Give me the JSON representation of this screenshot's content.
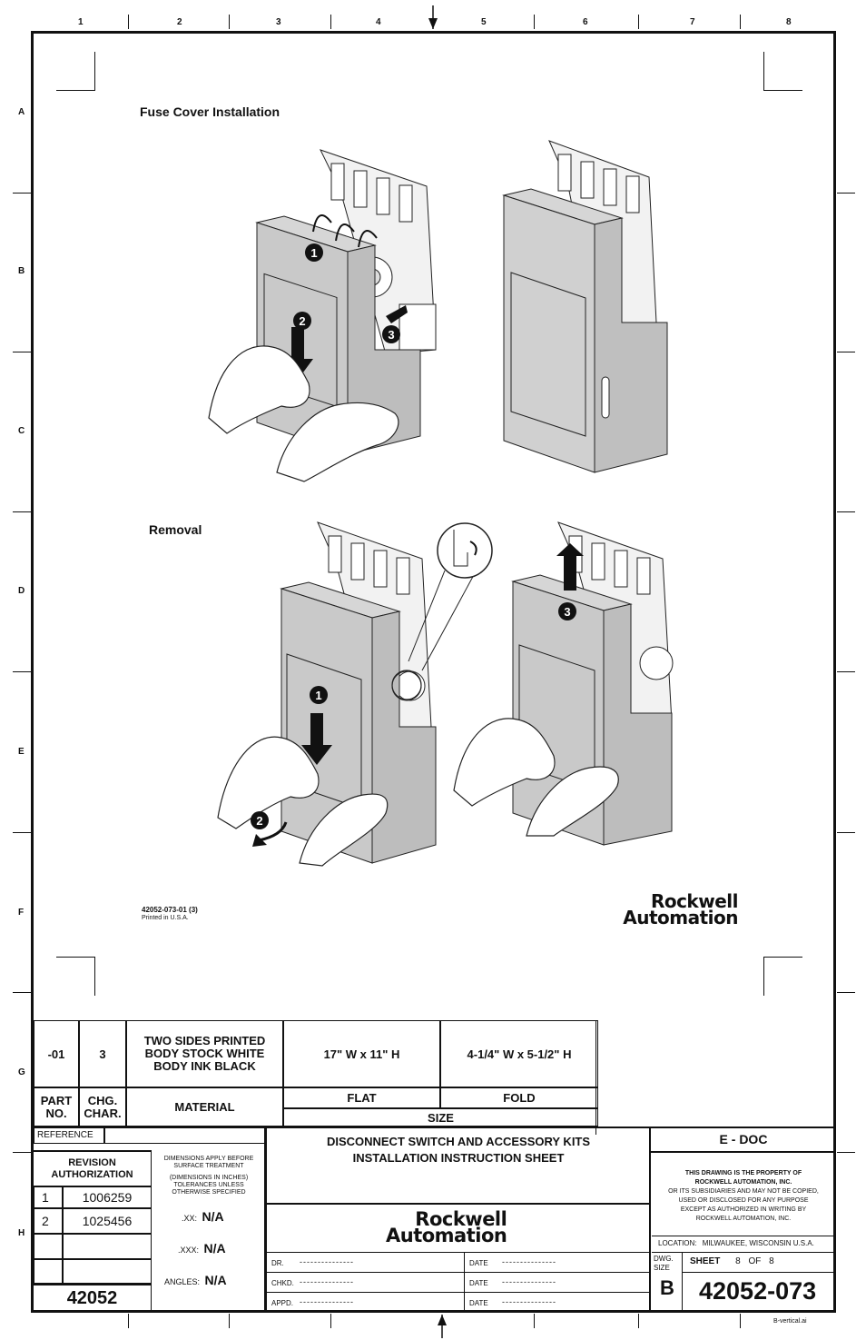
{
  "zones": {
    "columns": [
      "1",
      "2",
      "3",
      "4",
      "5",
      "6",
      "7",
      "8"
    ],
    "rows": [
      "A",
      "B",
      "C",
      "D",
      "E",
      "F",
      "G",
      "H"
    ]
  },
  "sections": {
    "install_title": "Fuse Cover Installation",
    "removal_title": "Removal"
  },
  "callouts": [
    "1",
    "2",
    "3"
  ],
  "print_info": {
    "part_ref": "42052-073-01 (3)",
    "printed": "Printed in U.S.A."
  },
  "brand": {
    "line1": "Rockwell",
    "line2": "Automation"
  },
  "material_table": {
    "part_no_value": "-01",
    "chg_char_value": "3",
    "material_value_lines": [
      "TWO SIDES PRINTED",
      "BODY STOCK WHITE",
      "BODY INK BLACK"
    ],
    "flat_value": "17\" W x 11\" H",
    "fold_value": "4-1/4\" W x 5-1/2\" H",
    "part_no_header": [
      "PART",
      "NO."
    ],
    "chg_char_header": [
      "CHG.",
      "CHAR."
    ],
    "material_header": "MATERIAL",
    "flat_header": "FLAT",
    "fold_header": "FOLD",
    "size_header": "SIZE"
  },
  "title_block": {
    "reference_label": "REFERENCE",
    "revision_header": [
      "REVISION",
      "AUTHORIZATION"
    ],
    "revisions": [
      {
        "num": "1",
        "auth": "1006259"
      },
      {
        "num": "2",
        "auth": "1025456"
      }
    ],
    "part_number": "42052",
    "dimension_notes": [
      "DIMENSIONS APPLY BEFORE",
      "SURFACE TREATMENT",
      "(DIMENSIONS IN INCHES)",
      "TOLERANCES UNLESS",
      "OTHERWISE SPECIFIED"
    ],
    "tolerances": [
      {
        "label": ".XX:",
        "value": "N/A"
      },
      {
        "label": ".XXX:",
        "value": "N/A"
      },
      {
        "label": "ANGLES:",
        "value": "N/A"
      }
    ],
    "doc_title_lines": [
      "DISCONNECT SWITCH AND ACCESSORY KITS",
      "INSTALLATION INSTRUCTION SHEET"
    ],
    "signoffs": [
      {
        "label": "DR.",
        "value": "---------------",
        "date_label": "DATE",
        "date_value": "---------------"
      },
      {
        "label": "CHKD.",
        "value": "---------------",
        "date_label": "DATE",
        "date_value": "---------------"
      },
      {
        "label": "APPD.",
        "value": "---------------",
        "date_label": "DATE",
        "date_value": "---------------"
      }
    ],
    "doc_type": "E - DOC",
    "property_notice": [
      "THIS DRAWING IS THE PROPERTY OF",
      "ROCKWELL AUTOMATION, INC.",
      "OR ITS SUBSIDIARIES AND MAY NOT BE COPIED,",
      "USED OR DISCLOSED FOR ANY PURPOSE",
      "EXCEPT AS AUTHORIZED IN WRITING BY",
      "ROCKWELL AUTOMATION, INC."
    ],
    "location_label": "LOCATION:",
    "location_value": "MILWAUKEE,  WISCONSIN  U.S.A.",
    "dwg_size_label": [
      "DWG.",
      "SIZE"
    ],
    "dwg_size_value": "B",
    "sheet_label": "SHEET",
    "sheet_num": "8",
    "sheet_of": "OF",
    "sheet_total": "8",
    "drawing_number": "42052-073"
  },
  "file_name": "B-vertical.ai"
}
